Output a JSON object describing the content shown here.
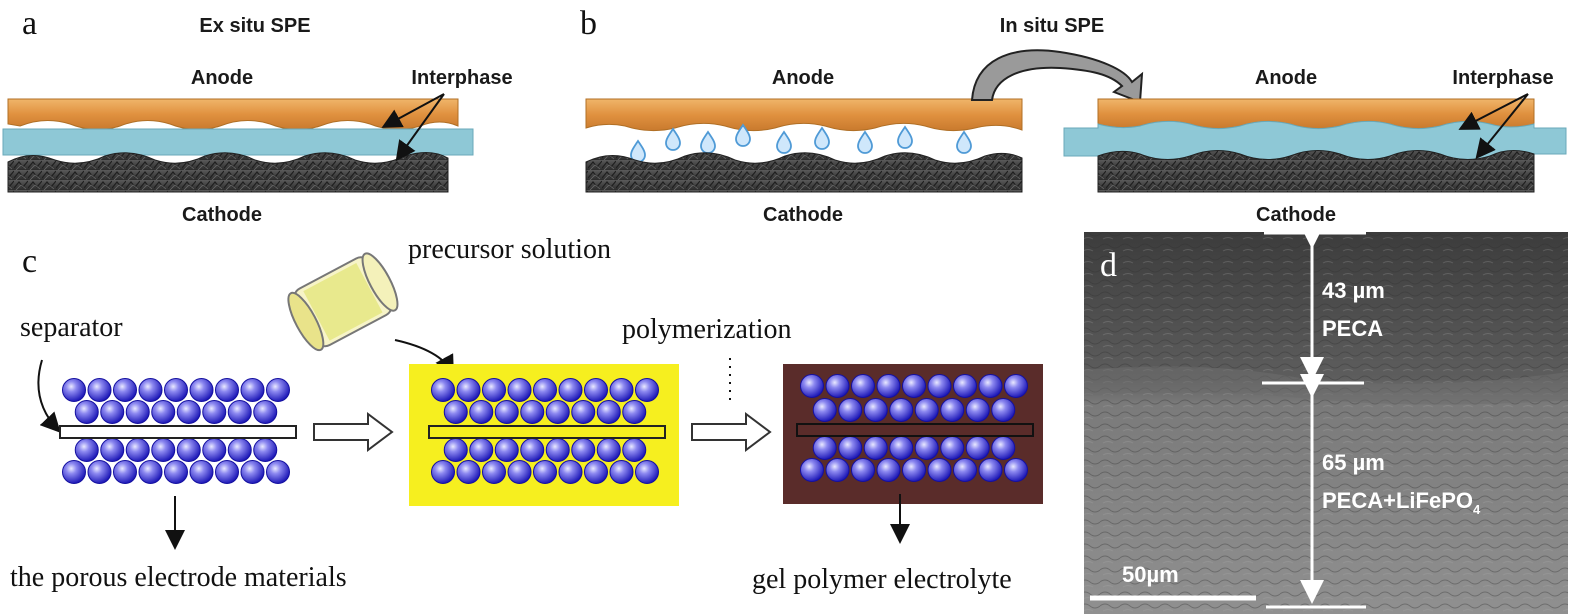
{
  "panel_a": {
    "letter": "a",
    "title": "Ex situ SPE",
    "anode": "Anode",
    "cathode": "Cathode",
    "interphase": "Interphase"
  },
  "panel_b": {
    "letter": "b",
    "title": "In situ SPE",
    "anode_left": "Anode",
    "cathode_left": "Cathode",
    "anode_right": "Anode",
    "cathode_right": "Cathode",
    "interphase": "Interphase"
  },
  "panel_c": {
    "letter": "c",
    "precursor": "precursor solution",
    "separator": "separator",
    "polymerization": "polymerization",
    "porous": "the porous electrode materials",
    "gel": "gel polymer electrolyte"
  },
  "panel_d": {
    "letter": "d",
    "thickness_top": "43 µm",
    "layer_top": "PECA",
    "thickness_bottom": "65 µm",
    "layer_bottom_main": "PECA+LiFePO",
    "layer_bottom_sub": "4",
    "scale_bar": "50µm"
  },
  "colors": {
    "anode": "#e39a4e",
    "electrolyte": "#8ec8d6",
    "cathode": "#3d3d3d",
    "sphere": "#3a36d8",
    "yellow_fill": "#f6ef1f",
    "brown_fill": "#5a2c2a",
    "sem_top": "#474747",
    "sem_bottom": "#8d8d8d"
  }
}
